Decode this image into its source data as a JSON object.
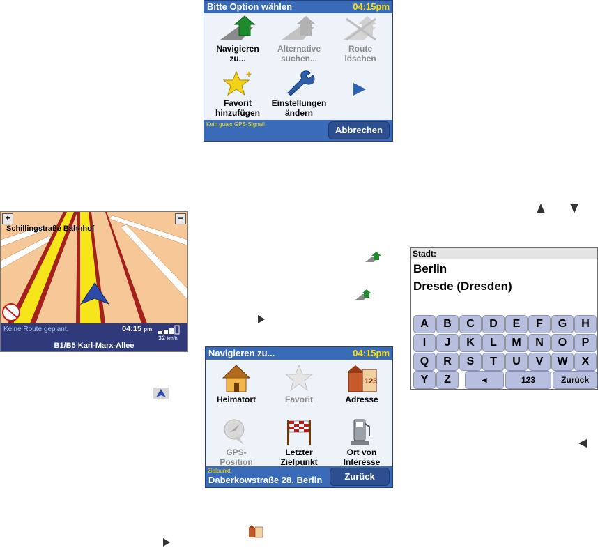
{
  "options_panel": {
    "title": "Bitte Option wählen",
    "time": "04:15pm",
    "items": [
      {
        "label_line1": "Navigieren",
        "label_line2": "zu..."
      },
      {
        "label_line1": "Alternative",
        "label_line2": "suchen..."
      },
      {
        "label_line1": "Route",
        "label_line2": "löschen"
      },
      {
        "label_line1": "Favorit",
        "label_line2": "hinzufügen"
      },
      {
        "label_line1": "Einstellungen",
        "label_line2": "ändern"
      }
    ],
    "status": "Kein gutes GPS-Signal!",
    "cancel_label": "Abbrechen"
  },
  "map_view": {
    "street_top": "Schillingstraße Bahnhof",
    "route_status": "Keine Route geplant.",
    "time": "04:15",
    "time_suffix": "pm",
    "speed": "32",
    "speed_unit": "km/h",
    "current_road": "B1/B5 Karl-Marx-Allee",
    "zoom_in_label": "+",
    "zoom_out_label": "−"
  },
  "navigate_panel": {
    "title": "Navigieren zu...",
    "time": "04:15pm",
    "items": [
      {
        "label_line1": "Heimatort",
        "label_line2": ""
      },
      {
        "label_line1": "Favorit",
        "label_line2": ""
      },
      {
        "label_line1": "Adresse",
        "label_line2": ""
      },
      {
        "label_line1": "GPS-",
        "label_line2": "Position"
      },
      {
        "label_line1": "Letzter",
        "label_line2": "Zielpunkt"
      },
      {
        "label_line1": "Ort von",
        "label_line2": "Interesse"
      }
    ],
    "dest_label": "Zielpunkt:",
    "dest_value": "Daberkowstraße 28, Berlin",
    "back_label": "Zurück"
  },
  "city_panel": {
    "header": "Stadt:",
    "results": [
      "Berlin",
      "Dresde (Dresden)"
    ],
    "keys_row1": [
      "A",
      "B",
      "C",
      "D",
      "E",
      "F",
      "G",
      "H"
    ],
    "keys_row2": [
      "I",
      "J",
      "K",
      "L",
      "M",
      "N",
      "O",
      "P"
    ],
    "keys_row3": [
      "Q",
      "R",
      "S",
      "T",
      "U",
      "V",
      "W",
      "X"
    ],
    "keys_row4": [
      "Y",
      "Z"
    ],
    "backspace_label": "◄",
    "numbers_label": "123",
    "back_label": "Zurück"
  },
  "colors": {
    "title_blue": "#3a6bb8",
    "time_yellow": "#ffe000",
    "button_dark": "#2d4f8f",
    "key_lavender": "#b7bede",
    "map_ground": "#f6c898",
    "road_yellow": "#f6e51a"
  }
}
